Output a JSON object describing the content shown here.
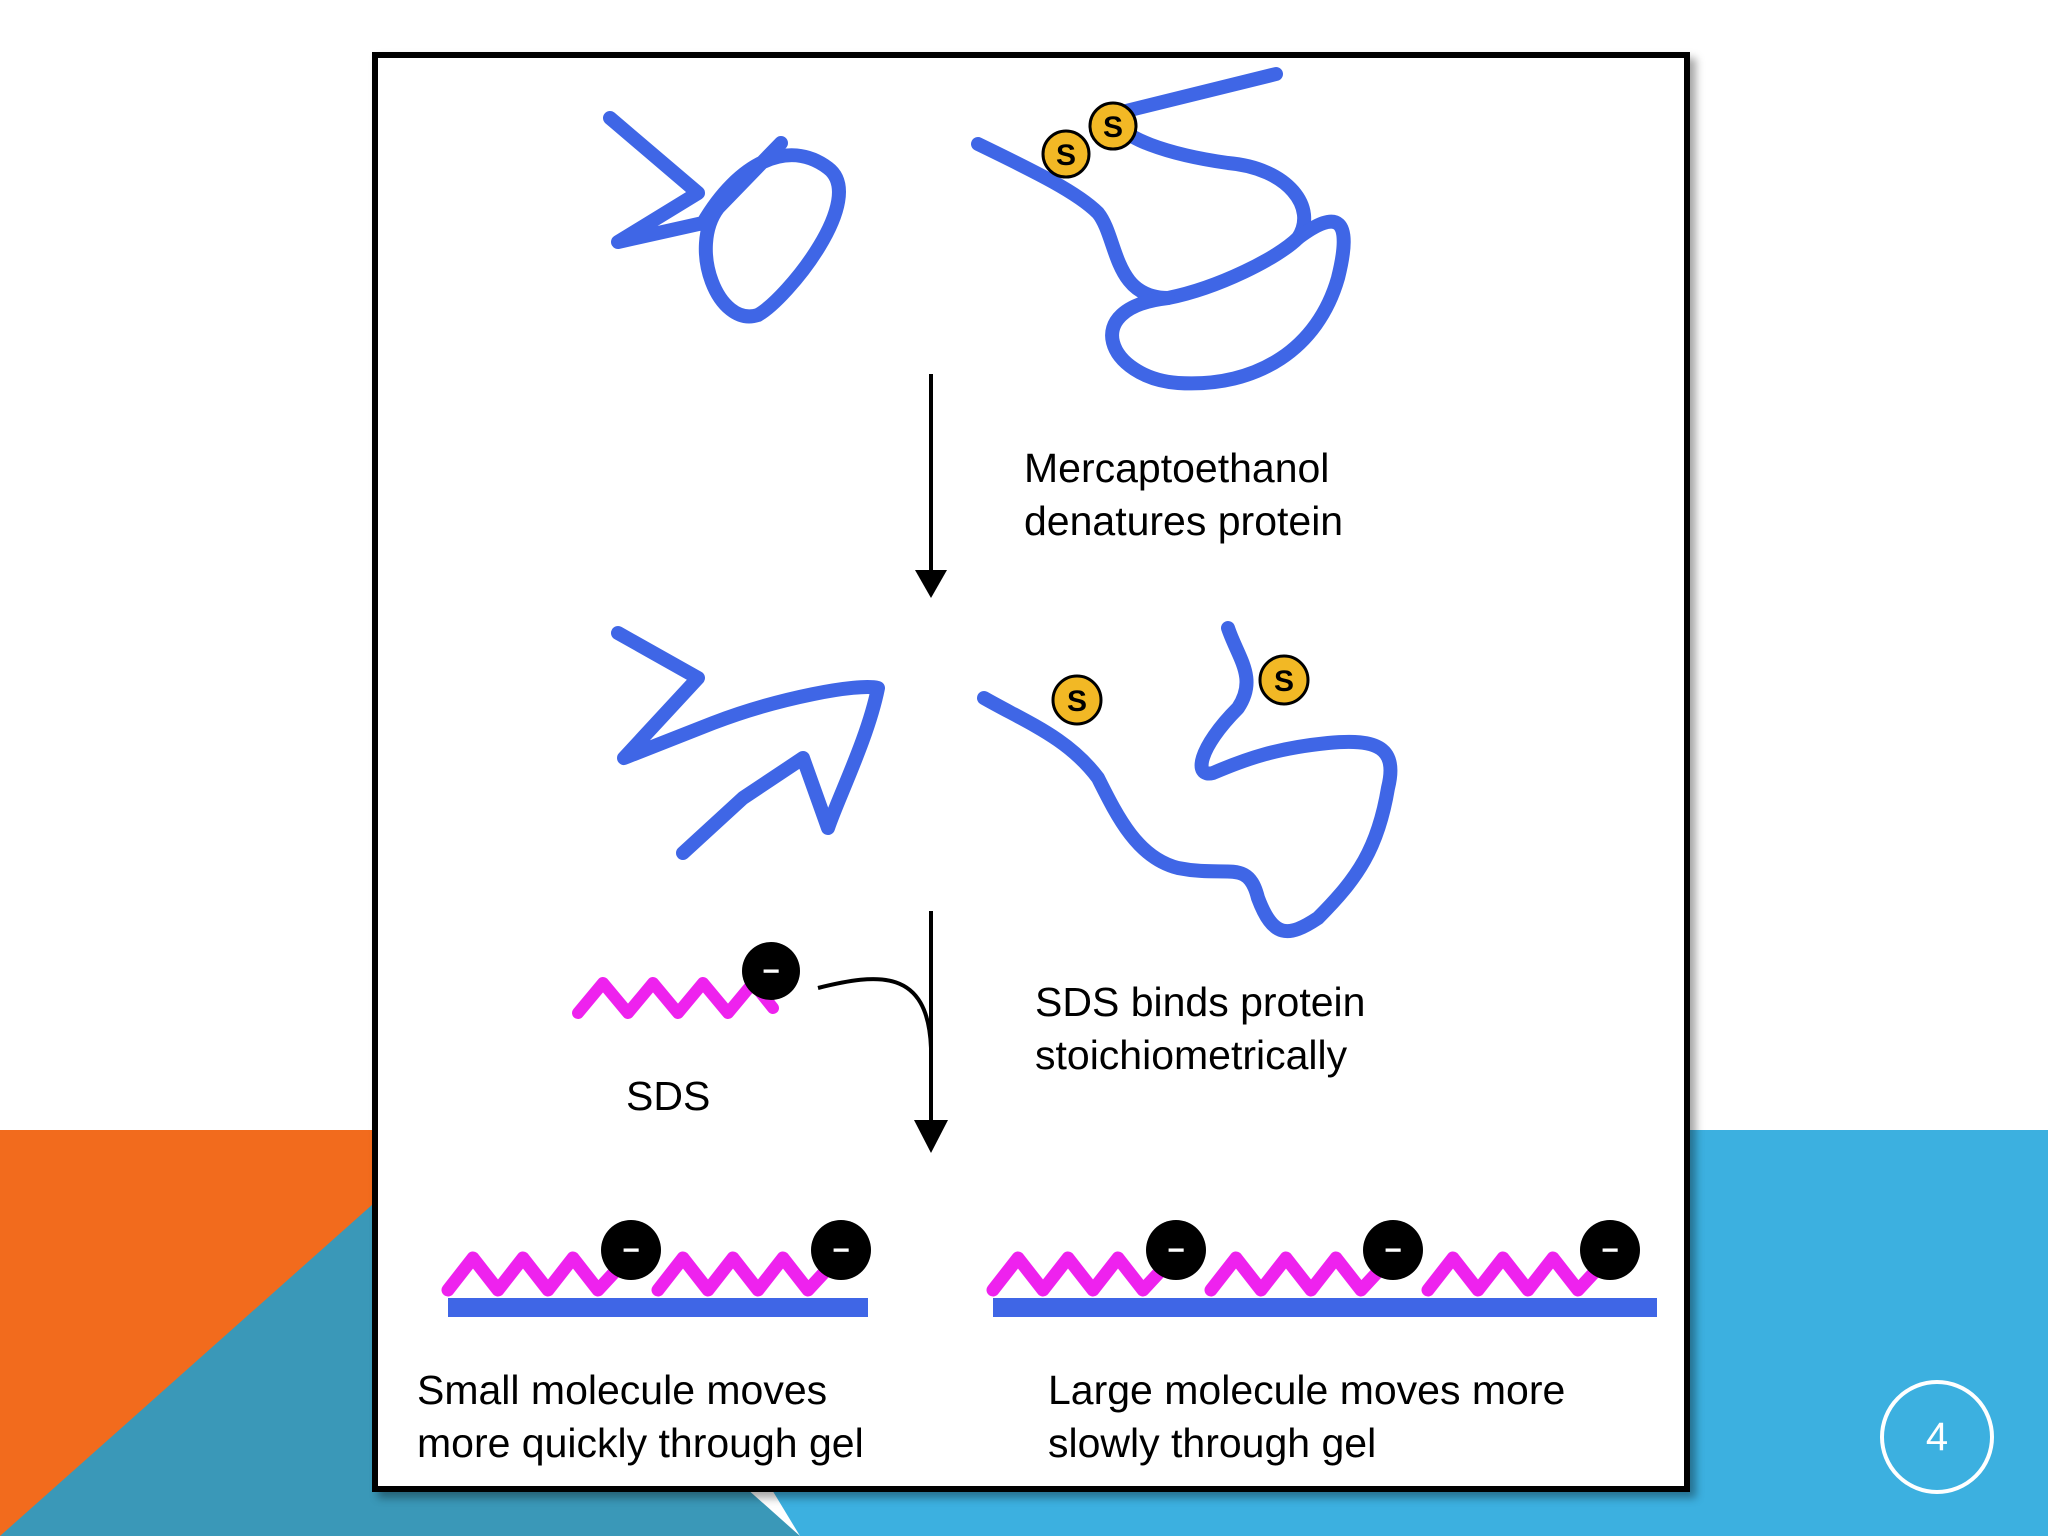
{
  "slide": {
    "number": "4",
    "colors": {
      "background": "#ffffff",
      "orange": "#f26b1d",
      "teal": "#3a98b8",
      "light_blue": "#3cb0e0"
    }
  },
  "figure": {
    "colors": {
      "protein": "#3f66e6",
      "sds_chain": "#ee22ee",
      "sulfur": "#f2b825",
      "charge": "#000000"
    },
    "sulfur_label": "S",
    "charge_symbol": "−",
    "step1_label": [
      "Mercaptoethanol",
      "denatures protein"
    ],
    "sds_label": "SDS",
    "step2_label": [
      "SDS binds protein",
      "stoichiometrically"
    ],
    "small_caption": [
      "Small molecule moves",
      "more quickly through gel"
    ],
    "large_caption": [
      "Large molecule moves more",
      "slowly through gel"
    ]
  }
}
